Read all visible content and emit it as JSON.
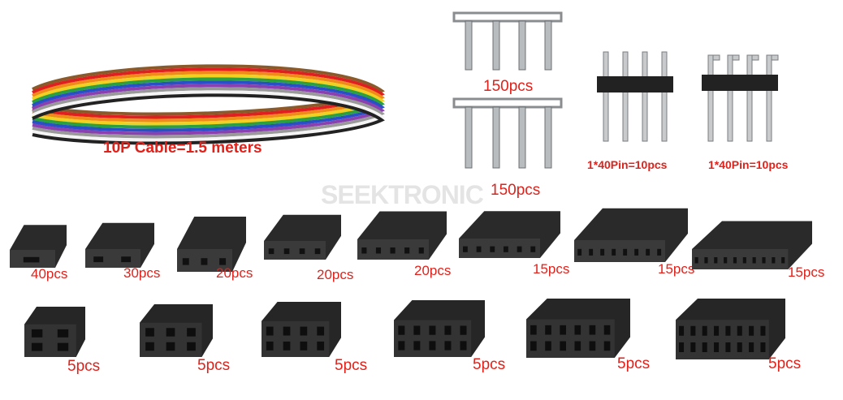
{
  "watermark": "SEEKTRONIC",
  "labels": {
    "cable": "10P Cable=1.5 meters",
    "terminals_top": "150pcs",
    "terminals_bottom": "150pcs",
    "header_straight": "1*40Pin=10pcs",
    "header_angled": "1*40Pin=10pcs"
  },
  "single_row_housings": [
    "40pcs",
    "30pcs",
    "20pcs",
    "20pcs",
    "20pcs",
    "15pcs",
    "15pcs",
    "15pcs"
  ],
  "dual_row_housings": [
    "5pcs",
    "5pcs",
    "5pcs",
    "5pcs",
    "5pcs",
    "5pcs"
  ],
  "colors": {
    "label_red": "#e0221b",
    "housing_black": "#2a2a2a",
    "metal": "#b9bcbf"
  },
  "cable_colors": [
    "#8a5a2b",
    "#e02020",
    "#f08a1a",
    "#f0d020",
    "#2aa040",
    "#2a50c8",
    "#8a40b0",
    "#9a9a9a",
    "#f4f4f4",
    "#222222"
  ]
}
